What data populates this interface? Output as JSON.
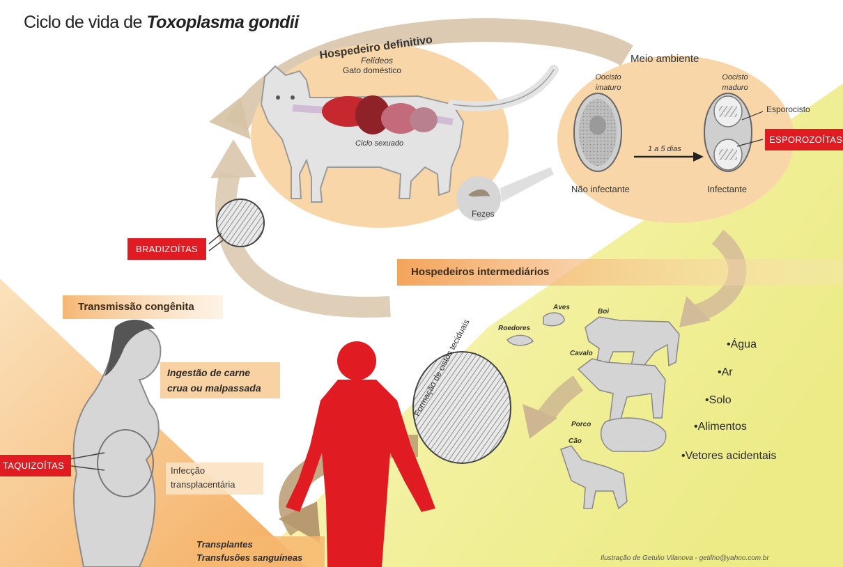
{
  "title": {
    "prefix": "Ciclo de vida de ",
    "species": "Toxoplasma gondii"
  },
  "definitive_host": {
    "heading": "Hospedeiro definitivo",
    "line1": "Felídeos",
    "line2": "Gato doméstico",
    "cycle": "Ciclo sexuado",
    "feces": "Fezes"
  },
  "environment": {
    "heading": "Meio ambiente",
    "oocyst_immature": "Oocisto imaturo",
    "oocyst_mature": "Oocisto maduro",
    "duration": "1 a 5 dias",
    "not_infective": "Não infectante",
    "infective": "Infectante",
    "sporocyst": "Esporocisto"
  },
  "labels": {
    "sporozoites": "ESPOROZOÍTAS",
    "bradyzoites": "BRADIZOÍTAS",
    "tachyzoites": "TAQUIZOÍTAS"
  },
  "intermediate_hosts": {
    "heading": "Hospedeiros intermediários",
    "animals": [
      "Aves",
      "Boi",
      "Roedores",
      "Cavalo",
      "Porco",
      "Cão"
    ],
    "cyst_formation": "Formação de cistos teciduais"
  },
  "sources": [
    "•Água",
    "•Ar",
    "•Solo",
    "•Alimentos",
    "•Vetores acidentais"
  ],
  "congenital": {
    "heading": "Transmissão congênita",
    "ingestion_line1": "Ingestão de carne",
    "ingestion_line2": "crua ou malpassada",
    "transplacental_line1": "Infecção",
    "transplacental_line2": "transplacentária"
  },
  "transplant": {
    "line1": "Transplantes",
    "line2": "Transfusões sanguíneas"
  },
  "credit": "Ilustração de Getulio Vilanova - getilho@yahoo.com.br",
  "colors": {
    "peach": "#f8d9aa",
    "orange_band": "#f3a85a",
    "red": "#e01b22",
    "yellow": "#f1ef9a",
    "brown_arrow": "#c9b291"
  }
}
